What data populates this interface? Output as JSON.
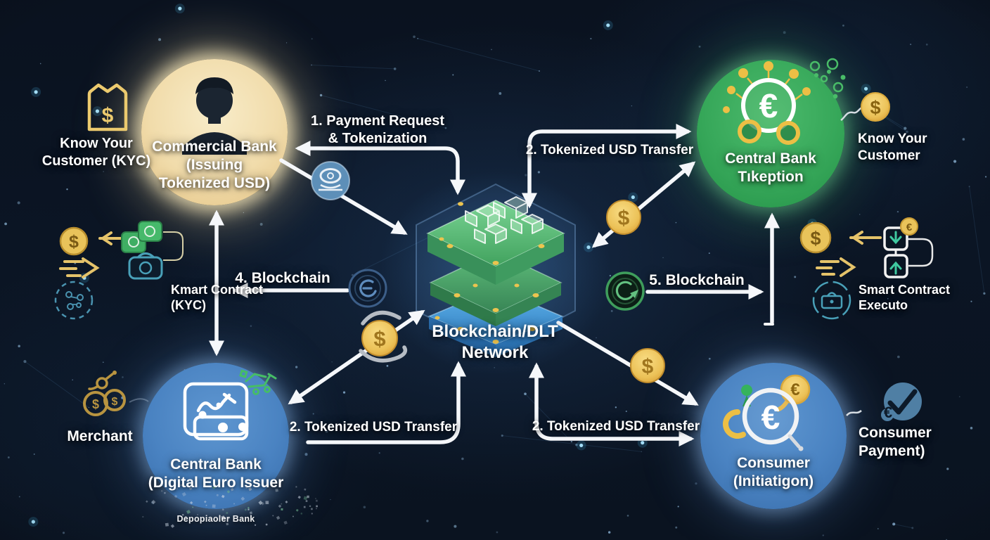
{
  "palette": {
    "background": "#0b1524",
    "arrow": "#f5f7fa",
    "gold": "#e9c35a",
    "cream_node": "#f1dcab",
    "green_node": "#37a85a",
    "blue_node": "#4a83c2",
    "teal_icon": "#49a0b8",
    "network_line": "#2c567e"
  },
  "nodes": {
    "commercial_bank": {
      "label": "Commercial Bank\n(Issuing\nTokenized USD)",
      "icon": "person-icon"
    },
    "central_bank_green": {
      "label": "Central Bank\nTıkeption",
      "icon": "euro-emblem-icon"
    },
    "central_bank_blue": {
      "label": "Central Bank\n(Digital Euro Issuer",
      "sublabel": "Depopiaoler Bank",
      "icon": "payment-terminal-icon"
    },
    "consumer": {
      "label": "Consumer\n(Initiatigon)",
      "icon": "euro-magnifier-icon"
    },
    "network": {
      "label": "Blockchain/DLT\nNetwork",
      "icon": "blockchain-stack-icon"
    }
  },
  "left_column": {
    "kyc_label": "Know Your\nCustomer (KYC)",
    "kyc_icon": "dollar-bag-icon",
    "smart_contract_label": "Kmart Contract\n(KYC)",
    "smart_contract_icon": "smart-contract-flow-icon",
    "merchant_label": "Merchant",
    "merchant_icon": "coins-icon"
  },
  "right_column": {
    "kyc_label": "Know Your\nCustomer",
    "kyc_icon": "dollar-coin-icon",
    "smart_contract_label": "Smart Contract\nExecuto",
    "smart_contract_icon": "contract-execution-icon",
    "consumer_payment_label": "Consumer\nPayment)",
    "consumer_payment_icon": "check-euro-icon"
  },
  "flows": {
    "f1": "1. Payment Request\n& Tokenization",
    "f2_top": "2. Tokenized USD Transfer",
    "f2_bottom_left": "2. Tokenized USD Transfer",
    "f2_bottom_right": "2. Tokenized USD Transfer",
    "f4": "4. Blockchain",
    "f5": "5. Blockchain"
  }
}
